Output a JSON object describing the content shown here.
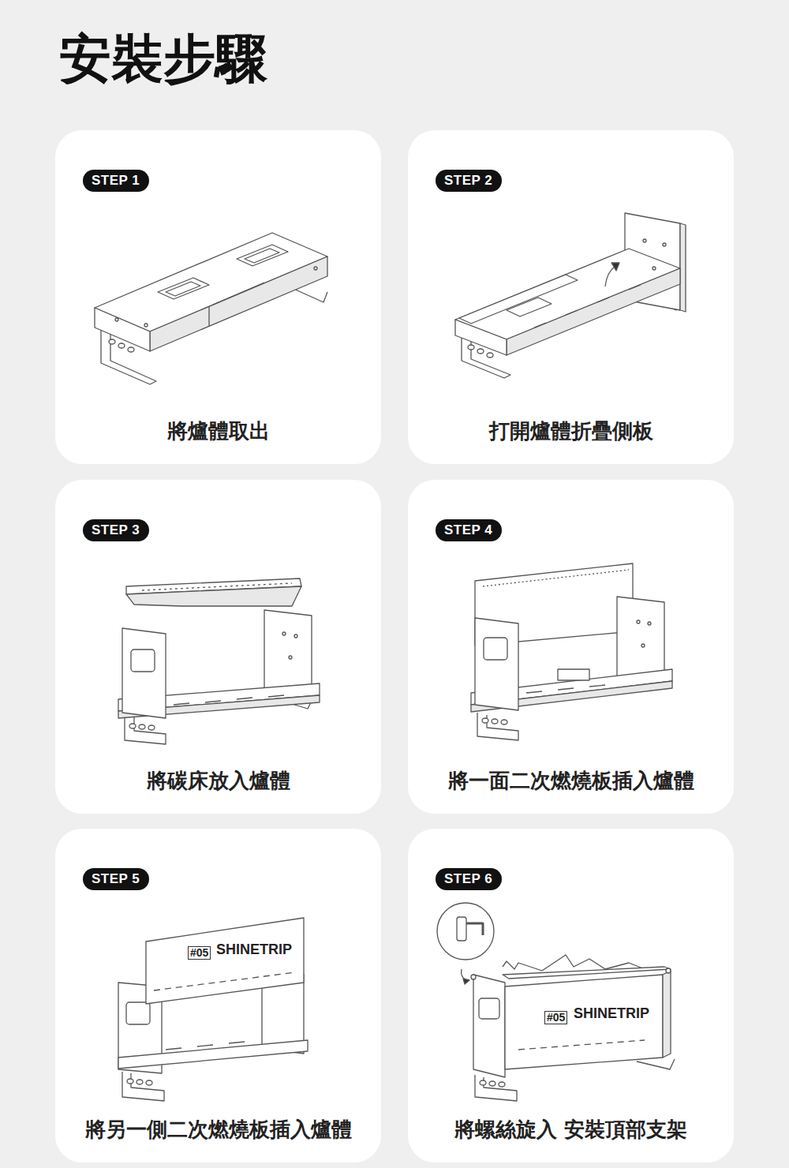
{
  "diagram": {
    "title": "安裝步驟",
    "nodes": [
      {
        "text": [
          "將爐體取出"
        ]
      },
      {
        "text": [
          "STEP 1"
        ],
        "in": 0
      },
      {
        "text": [
          "打開爐體折疊側板"
        ]
      },
      {
        "text": [
          "STEP 2"
        ],
        "in": 2
      },
      {
        "text": [
          "將碳床放入爐體"
        ]
      },
      {
        "text": [
          "STEP 3"
        ],
        "in": 4
      },
      {
        "text": [
          "將一面二次燃燒板插入爐體"
        ]
      },
      {
        "text": [
          "STEP 4"
        ],
        "in": 6
      },
      {
        "text": [
          "將另一側二次燃燒板插入爐體"
        ]
      },
      {
        "text": [
          "STEP 5"
        ],
        "in": 8
      },
      {
        "text": [
          "將螺絲旋入 安裝頂部支架"
        ]
      },
      {
        "text": [
          "STEP 6"
        ],
        "in": 10
      }
    ],
    "labels": [
      "#05",
      "SHINETRIP",
      "#05",
      "SHINETRIP"
    ]
  }
}
